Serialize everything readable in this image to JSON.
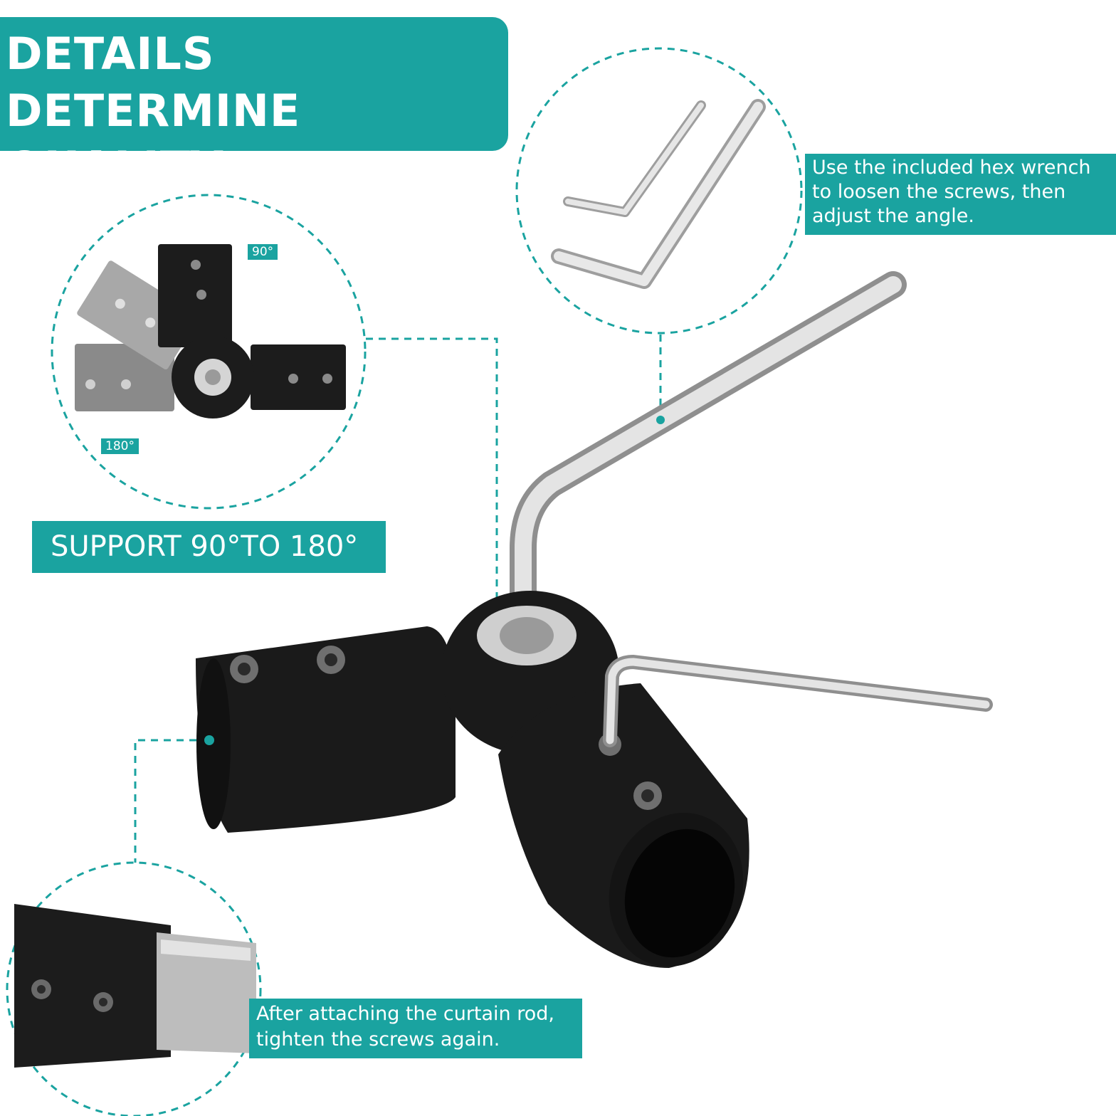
{
  "title": {
    "line1": "DETAILS DETERMINE",
    "line2": "QUALITY"
  },
  "callouts": {
    "hex_wrench": {
      "line1": "Use the included hex wrench",
      "line2": "to loosen the screws, then",
      "line3": "adjust the angle."
    },
    "support": "SUPPORT 90°TO 180°",
    "curtain_rod": {
      "line1": "After attaching the curtain rod,",
      "line2": "tighten the screws again."
    }
  },
  "angle_tags": {
    "ninety": "90°",
    "one_eighty": "180°"
  },
  "colors": {
    "accent": "#1aa3a0",
    "product": "#1c1c1c",
    "metal": "#c9c9c9"
  }
}
